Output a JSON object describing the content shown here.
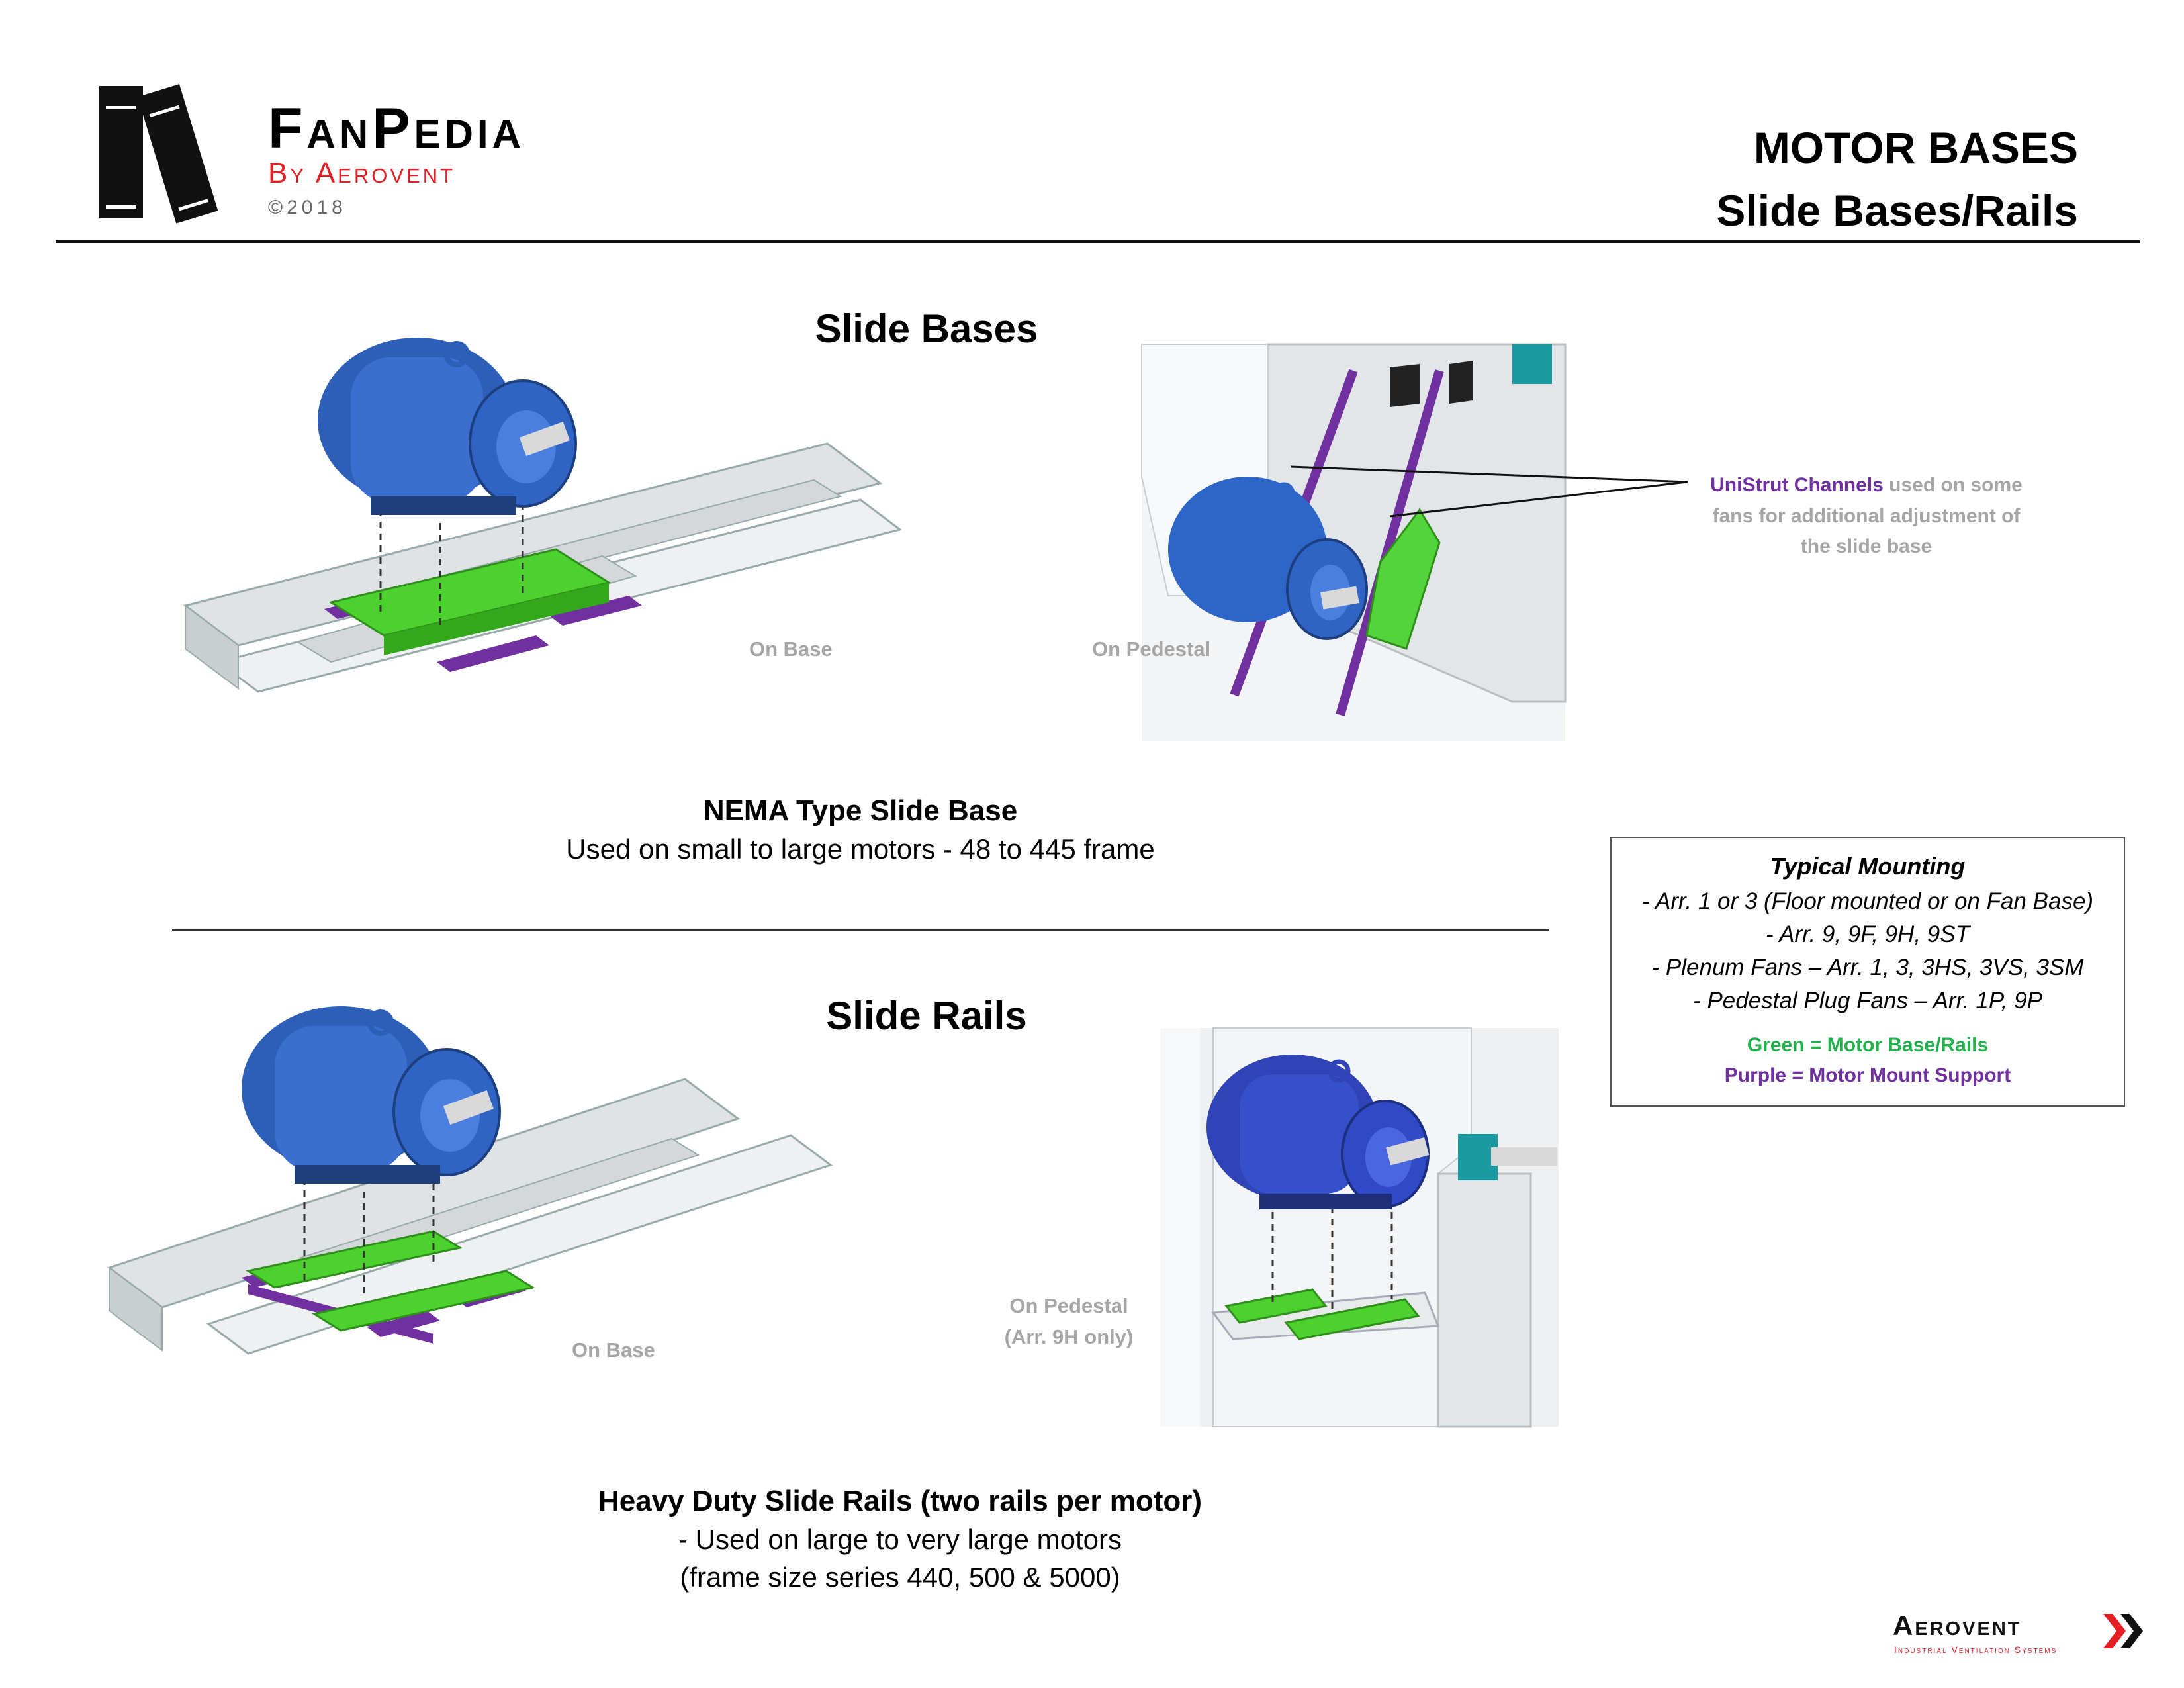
{
  "header": {
    "logo_name": "FanPedia",
    "logo_sub": "By Aerovent",
    "copyright": "©2018",
    "title_line1": "MOTOR BASES",
    "title_line2": "Slide Bases/Rails"
  },
  "slide_bases": {
    "heading": "Slide Bases",
    "label_on_base": "On Base",
    "label_on_pedestal": "On Pedestal",
    "callout_highlight": "UniStrut Channels",
    "callout_rest_1": " used on some",
    "callout_rest_2": "fans for additional adjustment of",
    "callout_rest_3": "the slide base",
    "desc_title": "NEMA Type Slide Base",
    "desc_text": "Used on small to large motors - 48 to 445 frame"
  },
  "slide_rails": {
    "heading": "Slide Rails",
    "label_on_base": "On Base",
    "label_on_pedestal_1": "On Pedestal",
    "label_on_pedestal_2": "(Arr. 9H only)",
    "desc_title": "Heavy Duty Slide Rails (two rails per motor)",
    "desc_line1": "- Used on large to very large motors",
    "desc_line2": "(frame size series 440, 500 & 5000)"
  },
  "mounting_box": {
    "title": "Typical Mounting",
    "lines": [
      "- Arr. 1 or 3 (Floor mounted or on Fan Base)",
      "- Arr. 9, 9F, 9H, 9ST",
      "- Plenum Fans – Arr. 1, 3, 3HS, 3VS, 3SM",
      "- Pedestal Plug Fans – Arr. 1P, 9P"
    ],
    "legend_green": "Green = Motor Base/Rails",
    "legend_purple": "Purple = Motor Mount Support"
  },
  "footer": {
    "brand": "Aerovent",
    "tagline": "Industrial Ventilation Systems"
  },
  "colors": {
    "green": "#22b14c",
    "purple": "#7030a0",
    "red": "#e31e24",
    "gray_label": "#a6a6a6"
  }
}
